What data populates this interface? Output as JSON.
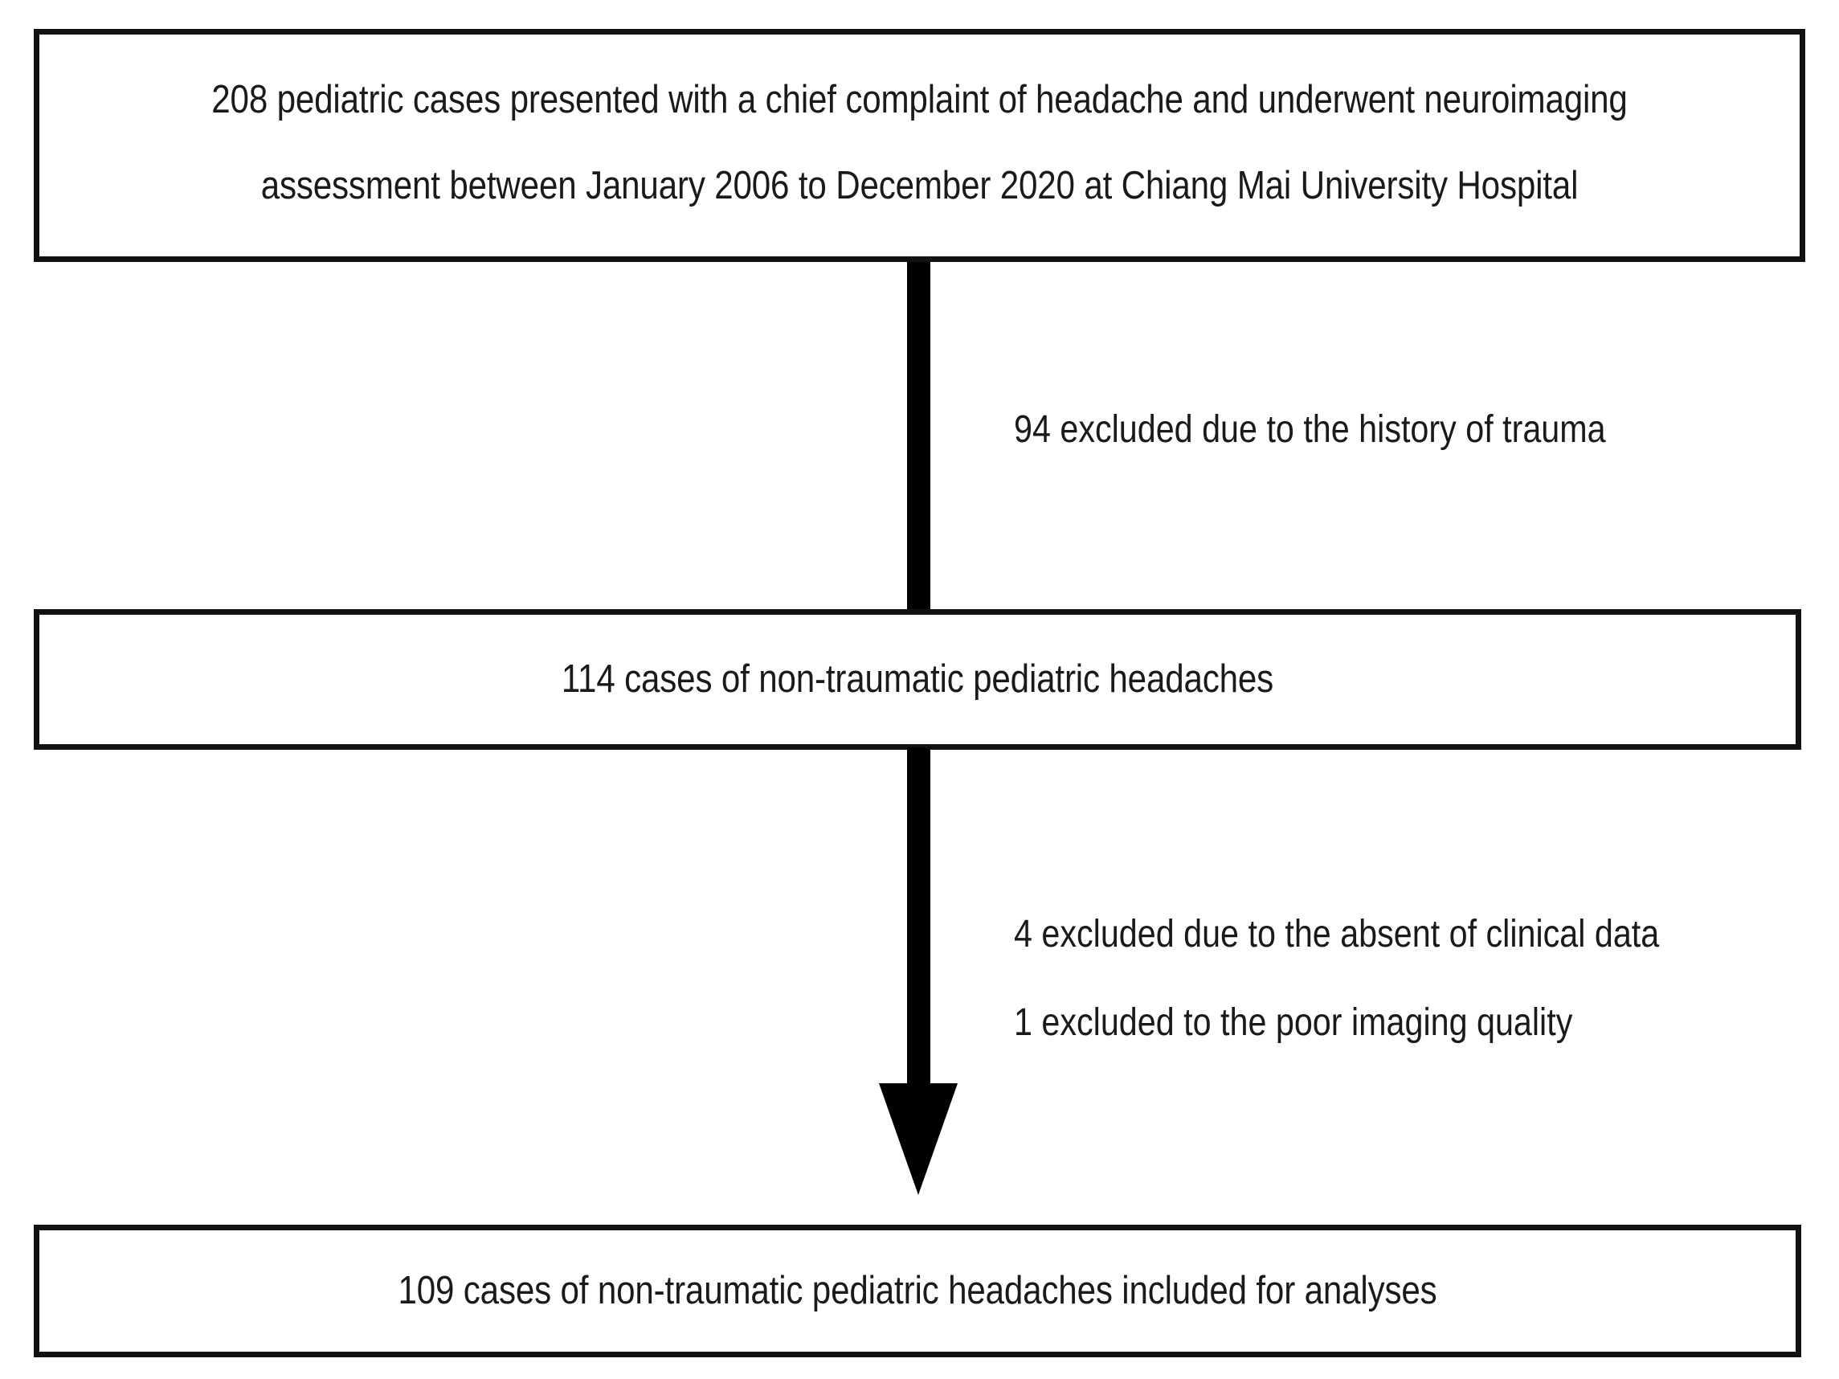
{
  "diagram": {
    "type": "study-flow-chart",
    "boxes": [
      {
        "id": "enrolled",
        "lines": [
          "208 pediatric cases presented with a chief complaint of headache and underwent neuroimaging",
          "assessment between January 2006 to December 2020 at Chiang Mai University Hospital"
        ],
        "count": 208
      },
      {
        "id": "nontraumatic",
        "lines": [
          "114 cases of non-traumatic pediatric headaches"
        ],
        "count": 114
      },
      {
        "id": "included",
        "lines": [
          "109 cases of non-traumatic pediatric headaches included for analyses"
        ],
        "count": 109
      }
    ],
    "exclusions": [
      {
        "id": "trauma",
        "text": "94 excluded due to the history of trauma",
        "count": 94
      },
      {
        "id": "clinical",
        "text": "4 excluded due to the absent of clinical data",
        "count": 4
      },
      {
        "id": "imaging",
        "text": "1 excluded to the poor imaging quality",
        "count": 1
      }
    ],
    "colors": {
      "box_border": "#111111",
      "arrow": "#000000",
      "text": "#1a1a1a",
      "background": "#ffffff"
    }
  }
}
